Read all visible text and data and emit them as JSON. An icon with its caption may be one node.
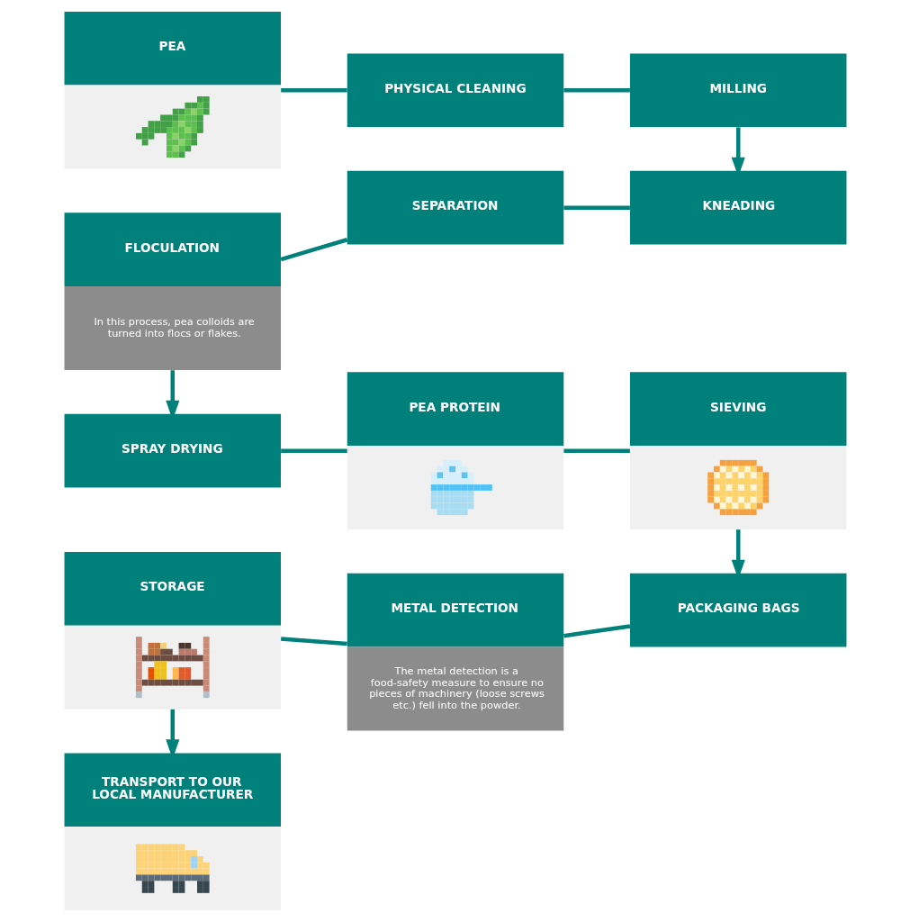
{
  "diagram": {
    "nodes": [
      {
        "text": [
          "PEA"
        ]
      },
      {
        "text": [
          "PHYSICAL CLEANING"
        ]
      },
      {
        "text": [
          "MILLING"
        ]
      },
      {
        "text": [
          "KNEADING"
        ]
      },
      {
        "text": [
          "SEPARATION"
        ]
      },
      {
        "text": [
          "FLOCULATION",
          "In this process, pea colloids are turned into flocs or flakes."
        ]
      },
      {
        "text": [
          "SPRAY DRYING"
        ]
      },
      {
        "text": [
          "PEA PROTEIN"
        ]
      },
      {
        "text": [
          "SIEVING"
        ]
      },
      {
        "text": [
          "PACKAGING BAGS"
        ]
      },
      {
        "text": [
          "METAL DETECTION",
          "The metal detection is a food-safety measure to ensure no pieces of machinery (loose screws etc.) fell into the powder."
        ]
      },
      {
        "text": [
          "STORAGE"
        ]
      },
      {
        "text": [
          "TRANSPORT TO OUR LOCAL MANUFACTURER"
        ]
      }
    ],
    "edges": [
      {
        "from": 0,
        "to": 1,
        "arrow": "none"
      },
      {
        "from": 1,
        "to": 2,
        "arrow": "none"
      },
      {
        "from": 2,
        "to": 3,
        "arrow": "to"
      },
      {
        "from": 3,
        "to": 4,
        "arrow": "none"
      },
      {
        "from": 4,
        "to": 5,
        "arrow": "none"
      },
      {
        "from": 5,
        "to": 6,
        "arrow": "to"
      },
      {
        "from": 6,
        "to": 7,
        "arrow": "none"
      },
      {
        "from": 7,
        "to": 8,
        "arrow": "none"
      },
      {
        "from": 8,
        "to": 9,
        "arrow": "to"
      },
      {
        "from": 9,
        "to": 10,
        "arrow": "none"
      },
      {
        "from": 10,
        "to": 11,
        "arrow": "none"
      },
      {
        "from": 11,
        "to": 12,
        "arrow": "to"
      }
    ]
  }
}
